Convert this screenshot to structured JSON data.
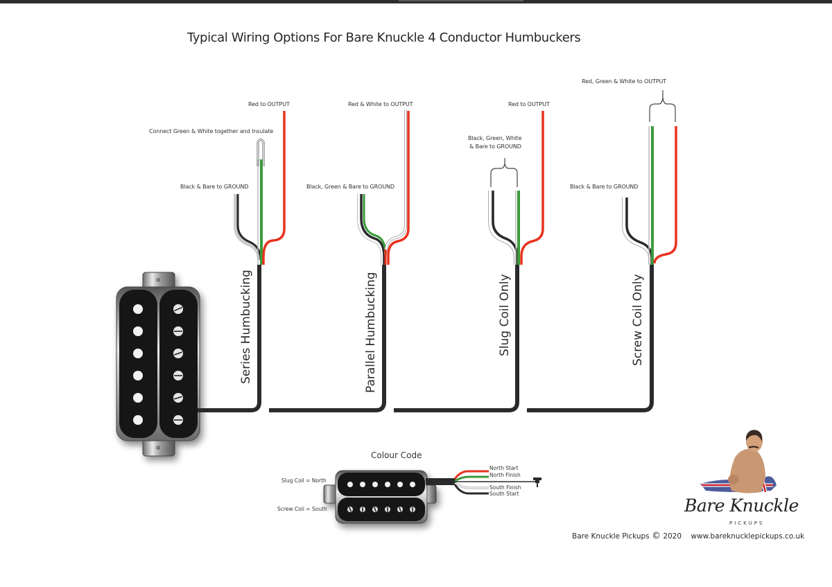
{
  "title": "Typical Wiring Options For Bare Knuckle 4 Conductor Humbuckers",
  "wiring_options": [
    {
      "name": "Series Humbucking",
      "labels": {
        "output": "Red to OUTPUT",
        "insulate": "Connect Green & White together and Insulate",
        "ground": "Black & Bare to GROUND"
      }
    },
    {
      "name": "Parallel Humbucking",
      "labels": {
        "output": "Red & White to OUTPUT",
        "ground": "Black, Green & Bare to GROUND"
      }
    },
    {
      "name": "Slug Coil Only",
      "labels": {
        "output": "Red to OUTPUT",
        "ground_line1": "Black, Green, White",
        "ground_line2": "& Bare to GROUND"
      }
    },
    {
      "name": "Screw Coil Only",
      "labels": {
        "output": "Red, Green & White to OUTPUT",
        "ground": "Black & Bare to GROUND"
      }
    }
  ],
  "colour_code": {
    "title": "Colour Code",
    "coils": {
      "slug": "Slug Coil = North",
      "screw": "Screw Coil = South"
    },
    "wires": [
      {
        "label": "North Start",
        "color": "#e8321e"
      },
      {
        "label": "North Finish",
        "color": "#3b9a3b"
      },
      {
        "label": "South Finish",
        "color": "#f4f4f4"
      },
      {
        "label": "South Start",
        "color": "#2a2a2c"
      }
    ]
  },
  "wire_colors": {
    "red": "#e8321e",
    "green": "#3b9a3b",
    "white": "#ffffff",
    "black": "#2a2a2c",
    "bare": "#9a9a9a"
  },
  "branding": {
    "logo_name": "Bare Knuckle",
    "logo_sub": "PICKUPS",
    "copyright_text": "Bare Knuckle Pickups",
    "copyright_symbol": "©",
    "year": "2020",
    "website": "www.bareknucklepickups.co.uk"
  }
}
